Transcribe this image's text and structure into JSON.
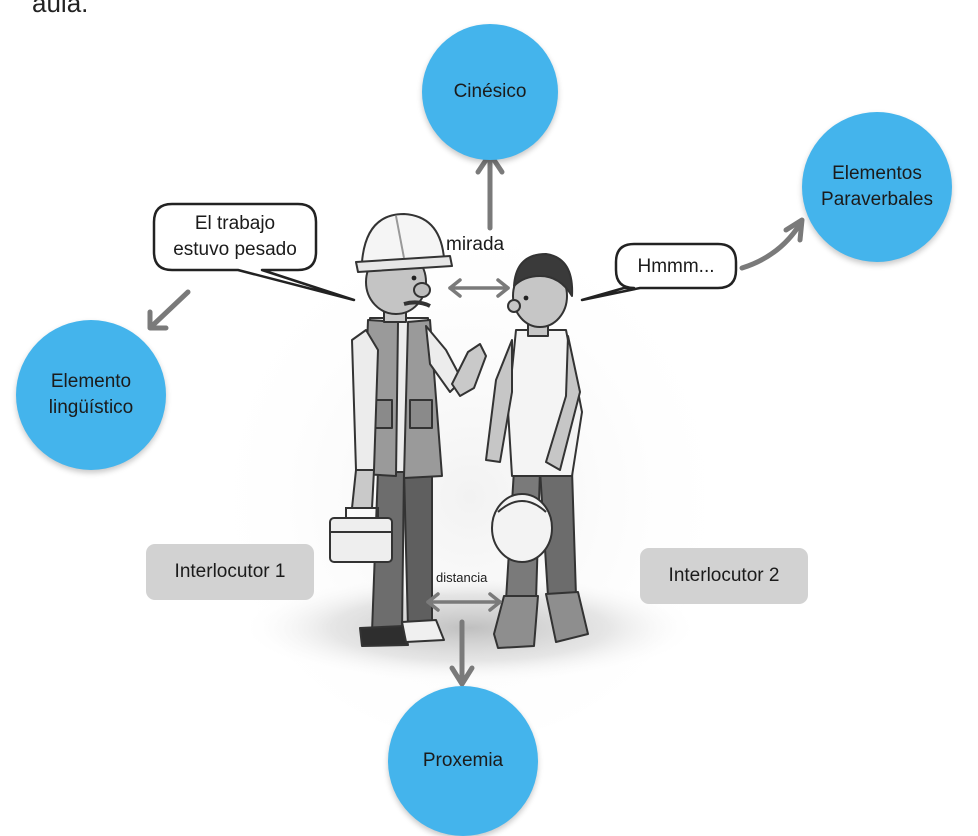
{
  "page_fragment": "aula.",
  "nodes": {
    "kinesic": "Cinésico",
    "paraverbal_line1": "Elementos",
    "paraverbal_line2": "Paraverbales",
    "linguistic_line1": "Elemento",
    "linguistic_line2": "lingüístico",
    "proxemics": "Proxemia"
  },
  "speech": {
    "speaker1_line1": "El trabajo",
    "speaker1_line2": "estuvo pesado",
    "speaker2": "Hmmm..."
  },
  "labels": {
    "gaze": "mirada",
    "distance": "distancia",
    "interlocutor1": "Interlocutor 1",
    "interlocutor2": "Interlocutor 2"
  },
  "colors": {
    "node_fill": "#44b4ec",
    "tag_fill": "#d2d2d2",
    "arrow": "#777777"
  }
}
